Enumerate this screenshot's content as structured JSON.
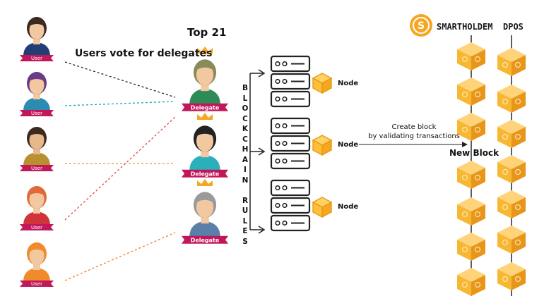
{
  "title": "Top 21",
  "vote_caption": "Users vote for delegates",
  "user_label": "User",
  "delegate_label": "Delegate",
  "rules_vertical": [
    "B",
    "L",
    "O",
    "C",
    "K",
    "C",
    "H",
    "A",
    "I",
    "N",
    "",
    "R",
    "U",
    "L",
    "E",
    "S"
  ],
  "node_label": "Node",
  "create_block_lines": [
    "Create block",
    "by validating transactions"
  ],
  "new_block_label": "New Block",
  "brand": {
    "name": "SMARTHOLDEM",
    "suffix": "DPOS"
  },
  "colors": {
    "accent": "#f5a623",
    "badge": "#c2185b",
    "crown": "#f5a623",
    "line": "#222222"
  },
  "users": [
    {
      "shirt": "#1f3f75",
      "hair": "#3a2a20",
      "skin": "#f1c8a0",
      "line_color": "#222222"
    },
    {
      "shirt": "#2b8bb0",
      "hair": "#6b3b8a",
      "skin": "#f1c8a0",
      "line_color": "#18a3b8"
    },
    {
      "shirt": "#b8902f",
      "hair": "#3a2a20",
      "skin": "#e7b88c",
      "line_color": "#d6a030"
    },
    {
      "shirt": "#d0343a",
      "hair": "#e06a3a",
      "skin": "#f1c8a0",
      "line_color": "#e04848"
    },
    {
      "shirt": "#f08a2a",
      "hair": "#f08a2a",
      "skin": "#f1c8a0",
      "line_color": "#f07a28"
    }
  ],
  "delegates": [
    {
      "shirt": "#2e8b57",
      "hair": "#8a8a5a",
      "skin": "#f1c8a0"
    },
    {
      "shirt": "#2ab0b8",
      "hair": "#222222",
      "skin": "#f1c8a0"
    },
    {
      "shirt": "#5a7fa8",
      "hair": "#9a9a9a",
      "skin": "#f1c8a0"
    }
  ],
  "icons": [
    "person-avatar-icon",
    "crown-icon",
    "server-icon",
    "node-cube-icon",
    "block-cube-icon",
    "smartholdem-logo-icon"
  ]
}
